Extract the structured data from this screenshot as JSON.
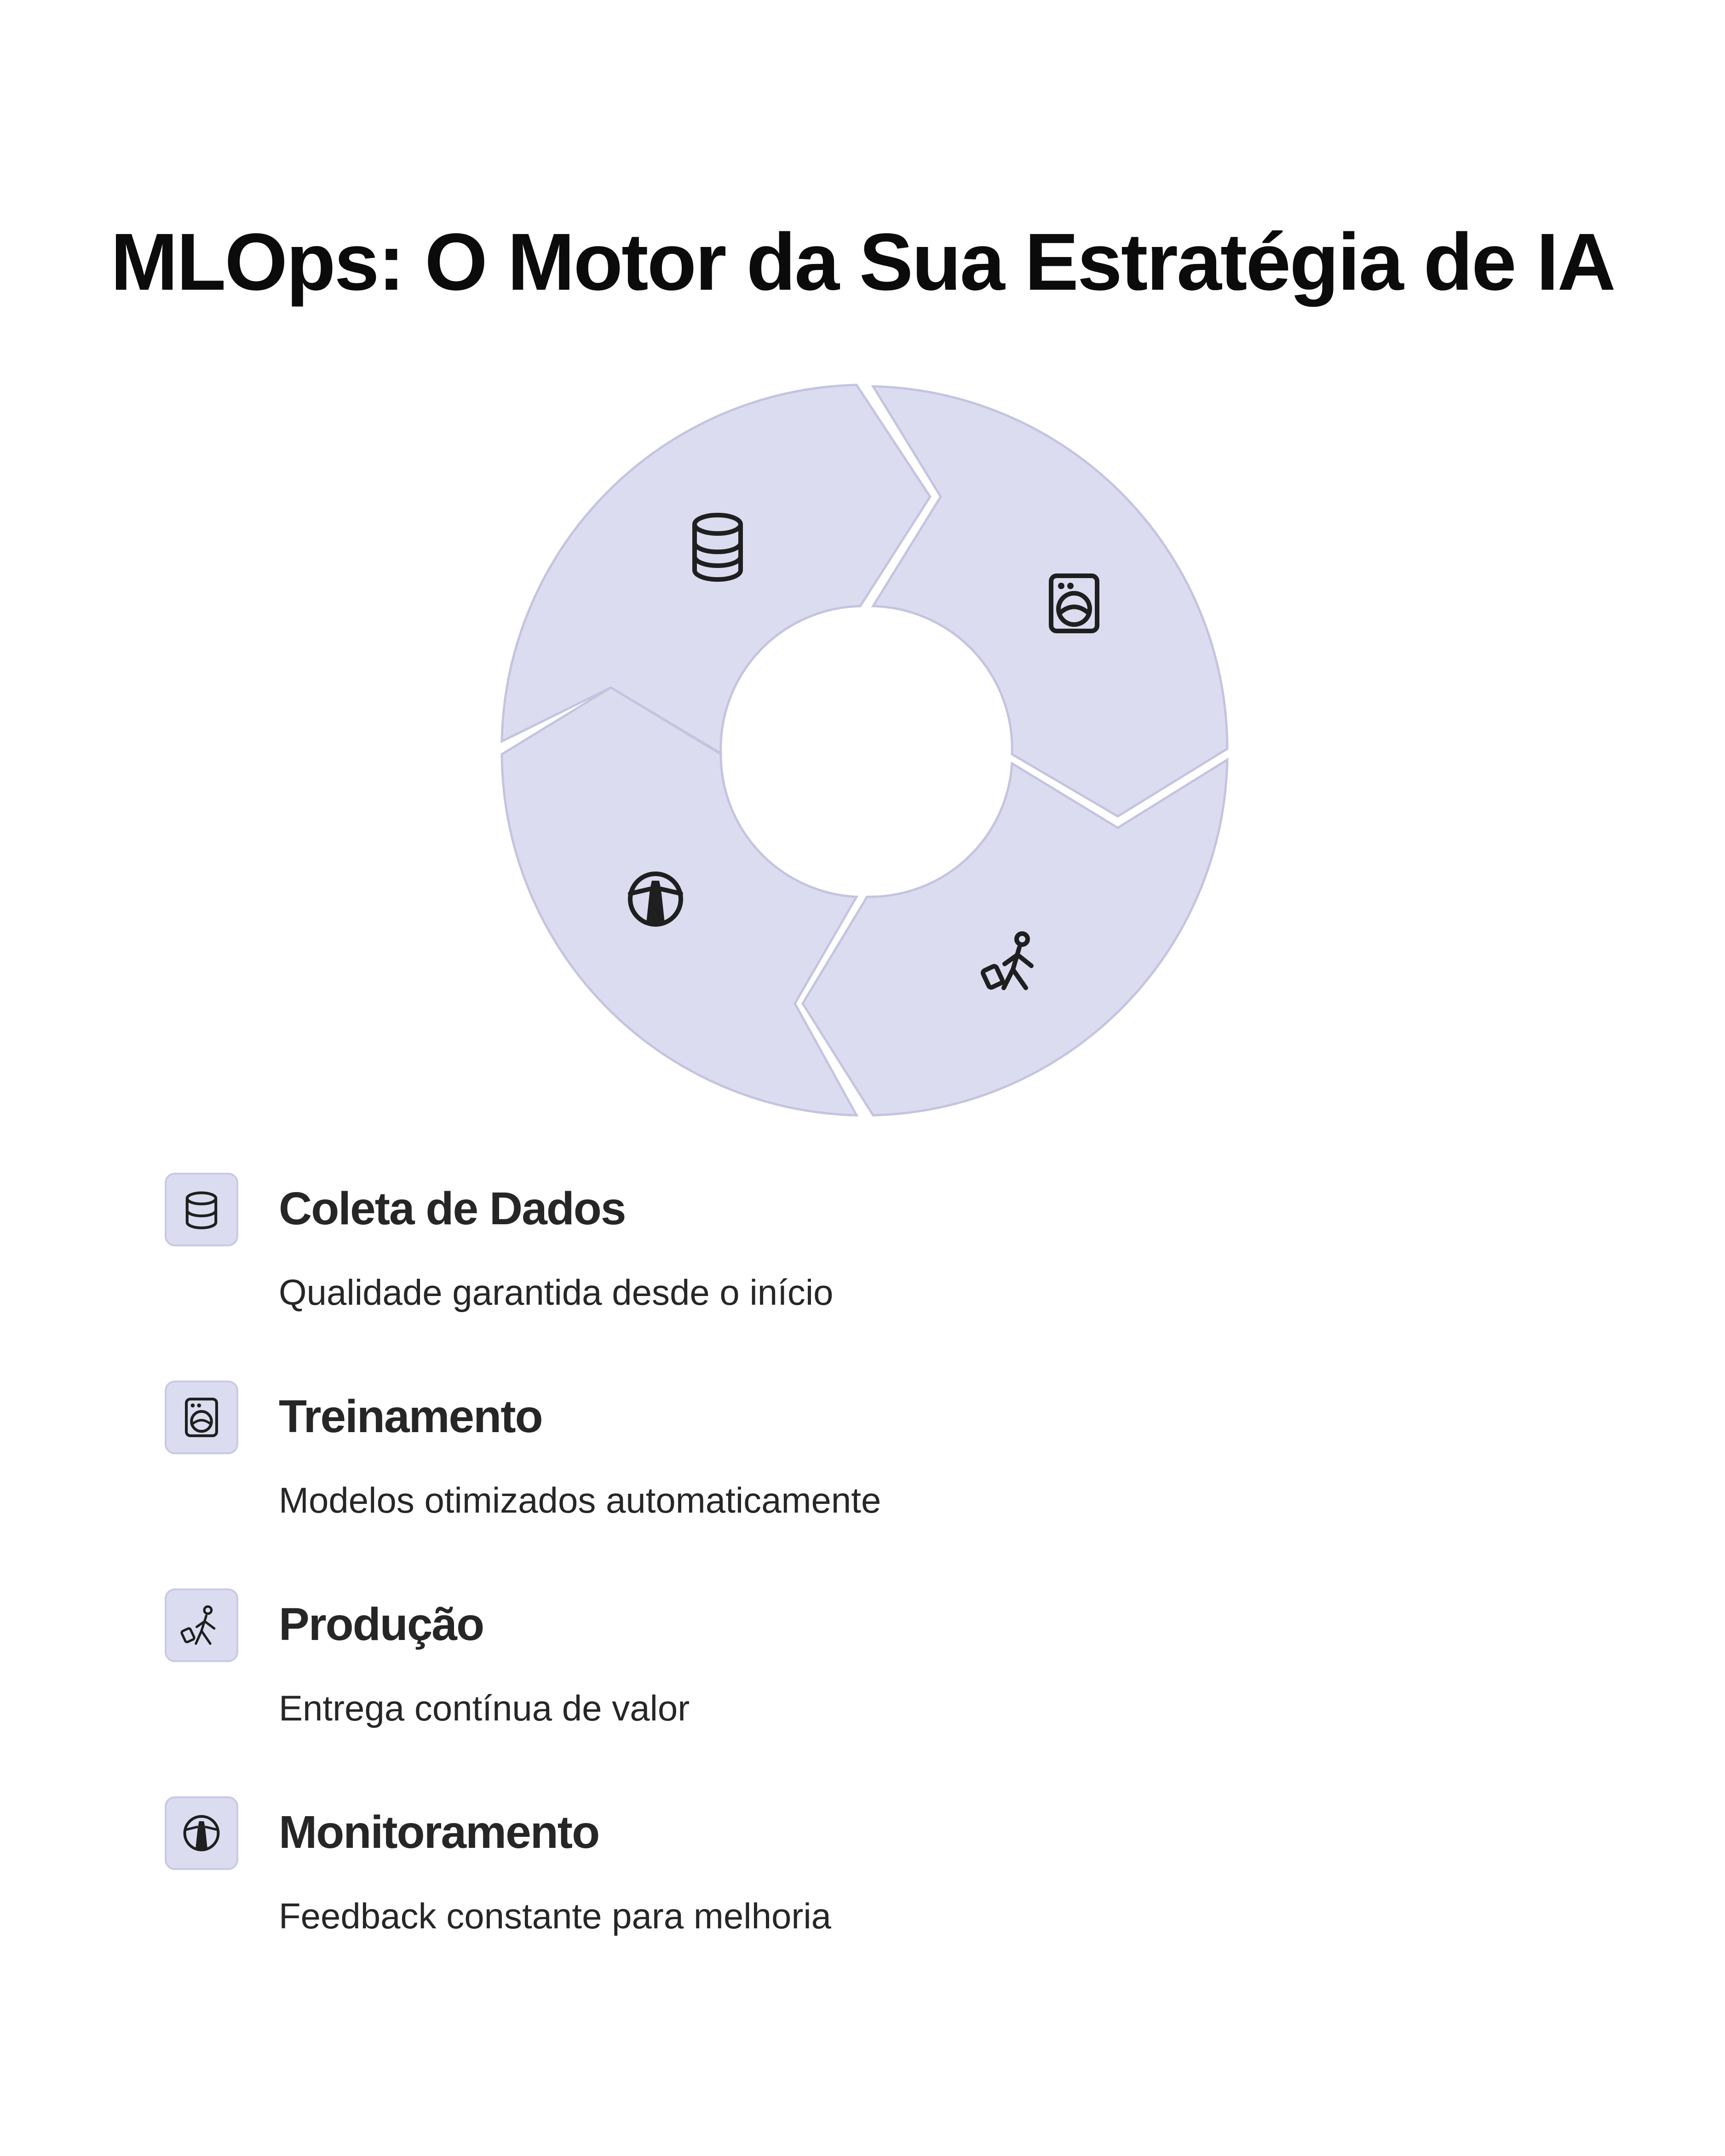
{
  "title": "MLOps: O Motor da Sua Estratégia de IA",
  "colors": {
    "segment_fill": "#dcdcf0",
    "segment_stroke": "#c4c4e0",
    "text": "#262626",
    "background": "#ffffff"
  },
  "stages": [
    {
      "label": "Coleta de Dados",
      "description": "Qualidade garantida desde o início",
      "icon": "database-icon"
    },
    {
      "label": "Treinamento",
      "description": "Modelos otimizados automaticamente",
      "icon": "washing-machine-icon"
    },
    {
      "label": "Produção",
      "description": "Entrega contínua de valor",
      "icon": "traveler-with-luggage-icon"
    },
    {
      "label": "Monitoramento",
      "description": "Feedback constante para melhoria",
      "icon": "lighthouse-icon"
    }
  ]
}
